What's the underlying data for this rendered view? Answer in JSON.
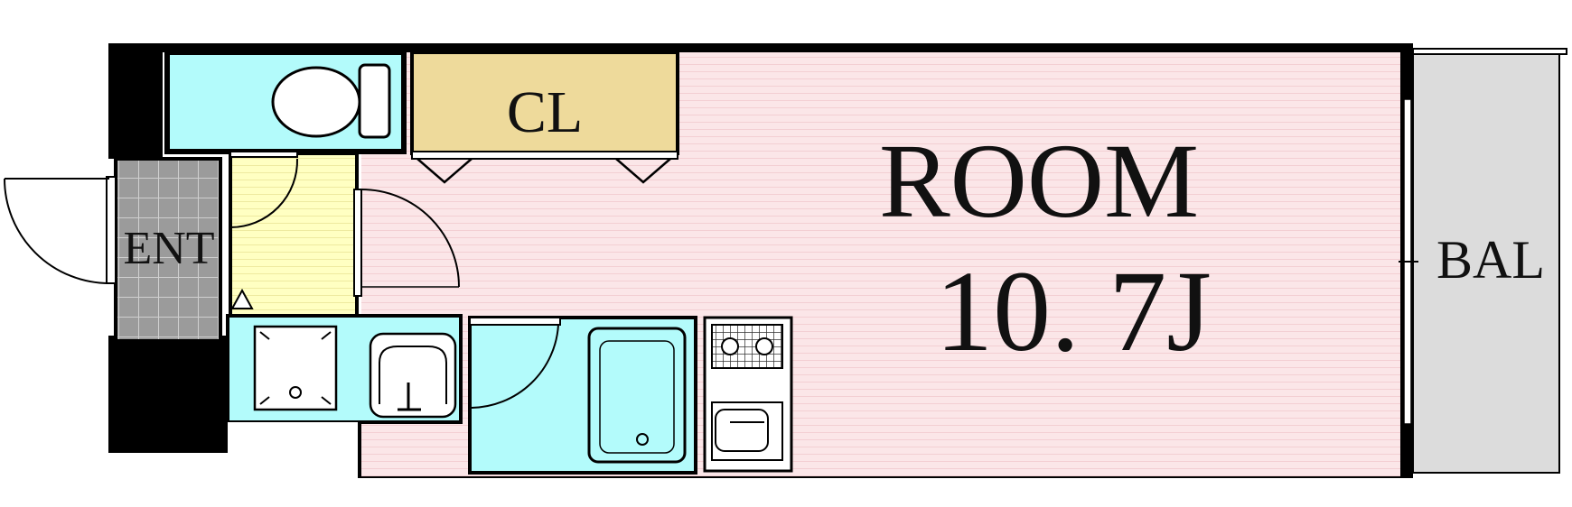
{
  "labels": {
    "closet": "CL",
    "room_name": "ROOM",
    "room_size": "10. 7J",
    "entrance": "ENT",
    "balcony": "BAL"
  },
  "colors": {
    "room": "#fbe6e8",
    "closet": "#eeda9b",
    "hall": "#ffffc2",
    "wet_area": "#b3fbfb",
    "entrance_tile": "#9b9b9b",
    "balcony": "#dcdcdc",
    "wall": "#000000"
  }
}
